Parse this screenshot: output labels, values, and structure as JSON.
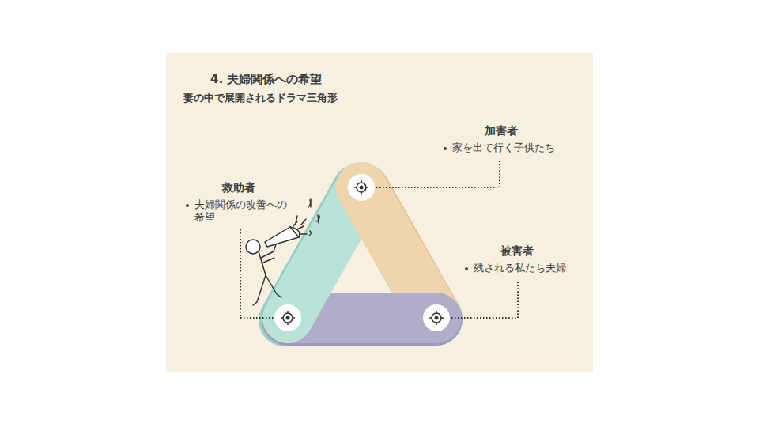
{
  "diagram": {
    "title": "4. 夫婦関係への希望",
    "nodes": [
      {
        "text": [
          "加害者",
          "家を出て行く子供たち"
        ]
      },
      {
        "text": [
          "救助者",
          "夫婦関係の改善への 希望"
        ]
      },
      {
        "text": [
          "被害者",
          "残される私たち夫婦"
        ]
      }
    ],
    "labels": [
      "妻の中で展開されるドラマ三角形"
    ]
  }
}
